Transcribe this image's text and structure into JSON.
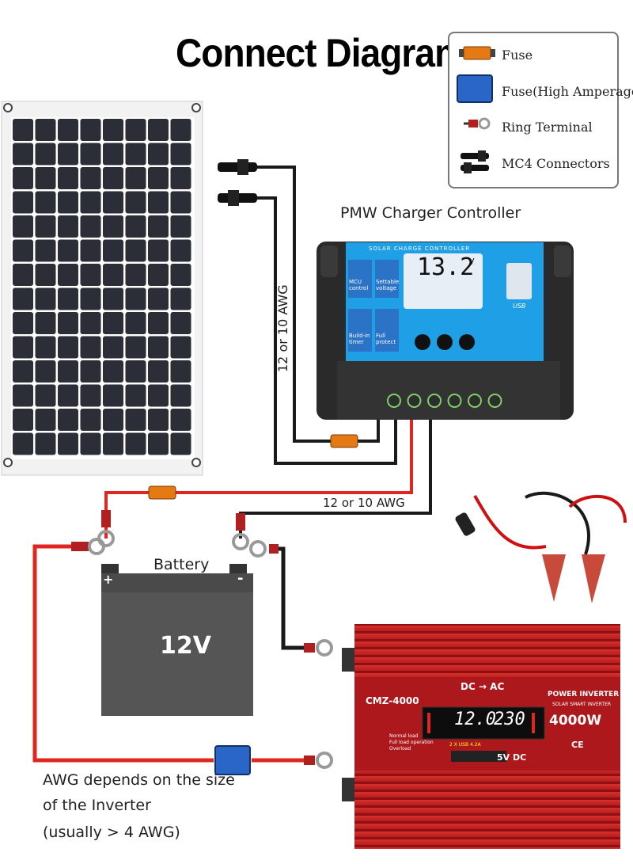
{
  "title": "Connect Diagram",
  "legend": {
    "items": [
      {
        "label": "Fuse",
        "icon": "fuse-icon",
        "color": "#e57a14"
      },
      {
        "label": "Fuse(High Amperage)",
        "icon": "high-amperage-fuse-icon",
        "color": "#2a66c8"
      },
      {
        "label": "Ring Terminal",
        "icon": "ring-terminal-icon",
        "color": "#b02020"
      },
      {
        "label": "MC4 Connectors",
        "icon": "mc4-connector-icon",
        "color": "#111111"
      }
    ]
  },
  "controller": {
    "caption": "PMW Charger Controller",
    "header": "SOLAR CHARGE CONTROLLER",
    "display_value": "13.2",
    "display_unit": "V",
    "features": [
      "MCU control",
      "Settable voltage",
      "Build-in timer",
      "Full protect"
    ],
    "usb_label": "USB"
  },
  "wires": {
    "panel_gauge": "12 or 10 AWG",
    "battery_gauge": "12 or 10 AWG"
  },
  "battery": {
    "label": "Battery",
    "voltage": "12V",
    "plus": "+",
    "minus": "-"
  },
  "inverter": {
    "model": "CMZ-4000",
    "flow": "DC → AC",
    "title": "POWER INVERTER",
    "subtitle": "SOLAR SMART INVERTER",
    "power": "4000W",
    "dc_reading": "12.0",
    "ac_reading": "230",
    "output": "5V DC",
    "usb": "2 X USB 4.2A",
    "status_lines": [
      "Normal load",
      "Full load operation",
      "Overload"
    ],
    "cert": "CE"
  },
  "note": {
    "line1": "AWG depends on the size",
    "line2": "of the Inverter",
    "line3": "(usually  > 4 AWG)"
  },
  "colors": {
    "wire_red": "#e0261e",
    "wire_black": "#1a1a1a",
    "panel_cell": "#2b2e36",
    "controller_screen": "#1fa0e6",
    "inverter_body": "#c81d1d",
    "battery_body": "#555555"
  }
}
